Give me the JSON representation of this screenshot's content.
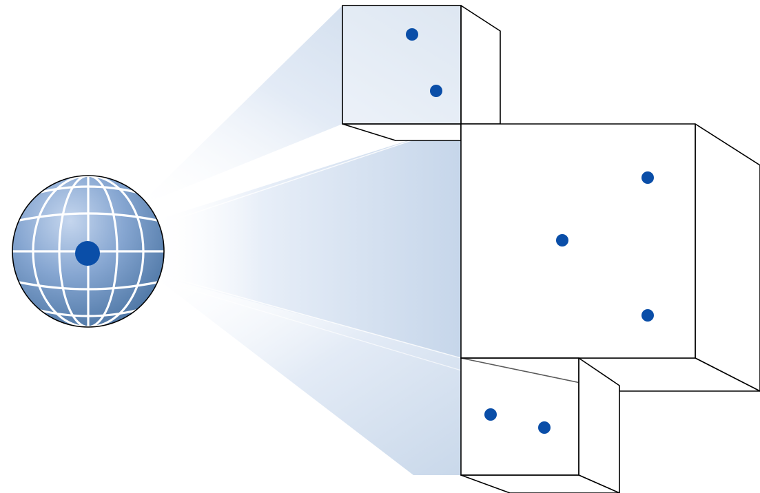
{
  "diagram": {
    "colors": {
      "background": "#ffffff",
      "projection_light": "#eef3fa",
      "projection_dark": "#c9d9ec",
      "globe_light": "#b8cbe6",
      "globe_mid": "#7fa0cc",
      "globe_dark": "#4f78b0",
      "globe_grid": "#ffffff",
      "dot": "#0a4ea8",
      "outline": "#000000"
    },
    "globe": {
      "icon": "globe-icon"
    },
    "panels": [
      {
        "name": "top-panel",
        "dot_count": 2
      },
      {
        "name": "center-panel",
        "dot_count": 3
      },
      {
        "name": "bottom-panel",
        "dot_count": 2
      }
    ]
  }
}
